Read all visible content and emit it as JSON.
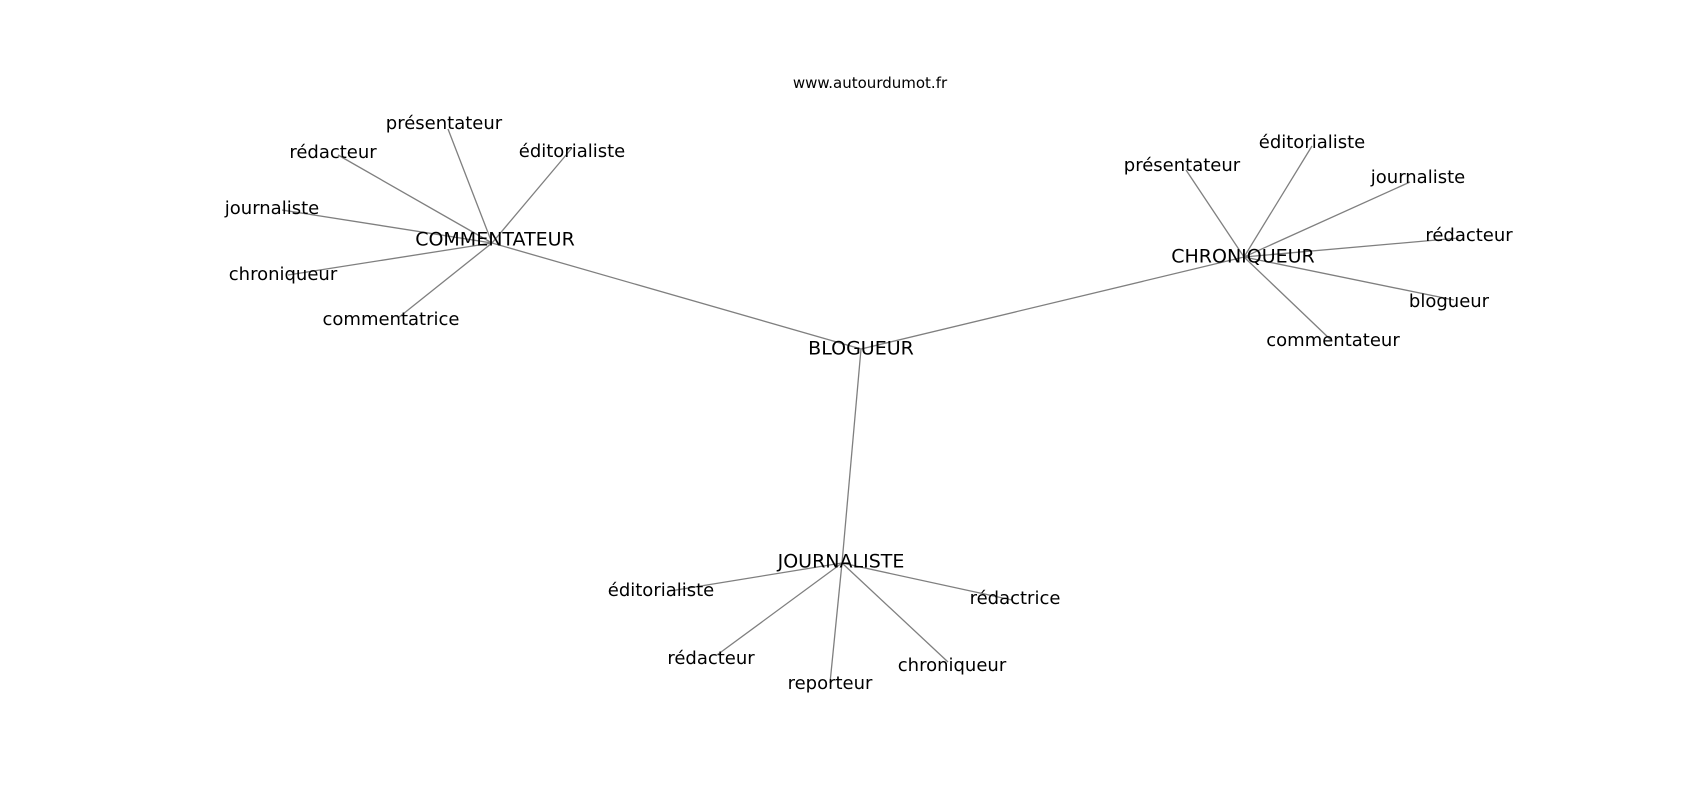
{
  "source": "www.autourdumot.fr",
  "colors": {
    "edge": "#7f7f7f",
    "text": "#000000",
    "background": "#ffffff"
  },
  "root": "BLOGUEUR",
  "hubs": [
    {
      "id": "commentateur",
      "label": "COMMENTATEUR",
      "leaves": [
        "présentateur",
        "rédacteur",
        "éditorialiste",
        "journaliste",
        "chroniqueur",
        "commentatrice"
      ]
    },
    {
      "id": "chroniqueur",
      "label": "CHRONIQUEUR",
      "leaves": [
        "éditorialiste",
        "présentateur",
        "journaliste",
        "rédacteur",
        "blogueur",
        "commentateur"
      ]
    },
    {
      "id": "journaliste",
      "label": "JOURNALISTE",
      "leaves": [
        "éditorialiste",
        "rédactrice",
        "rédacteur",
        "chroniqueur",
        "reporteur"
      ]
    }
  ]
}
